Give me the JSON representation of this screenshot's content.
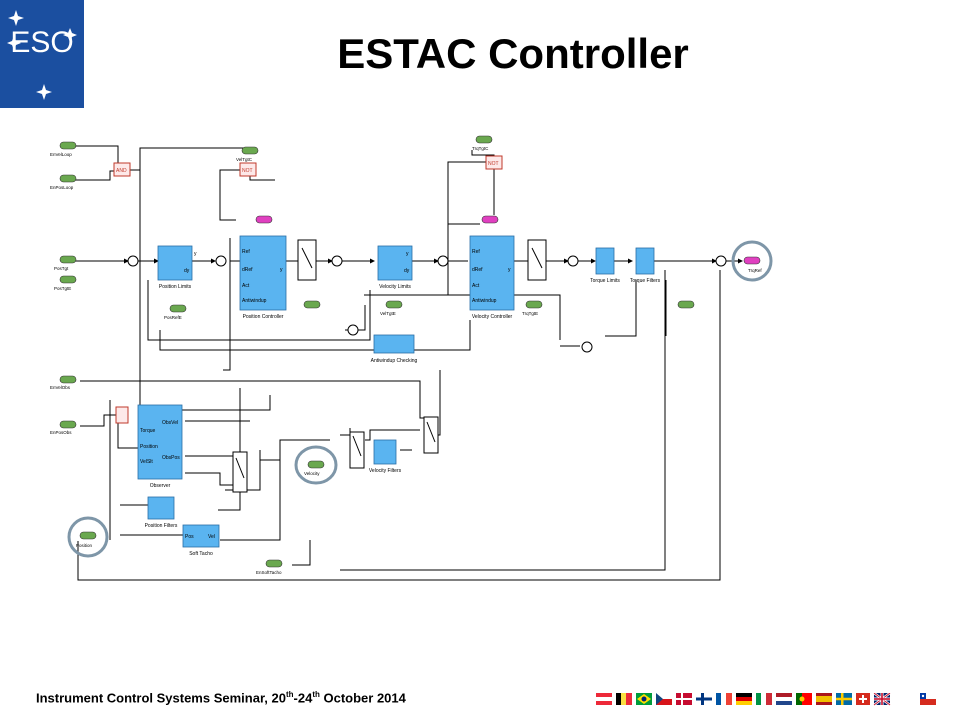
{
  "title": "ESTAC Controller",
  "footer": {
    "prefix": "Instrument Control  Systems Seminar, 20",
    "sup1": "th",
    "sep": "-24",
    "sup2": "th",
    "suffix": "  October  2014"
  },
  "logo": {
    "text": "ESO"
  },
  "diagram": {
    "inputs": [
      "EnVelLoop",
      "EnPosLoop",
      "VelTgtC",
      "PosTgt",
      "PosTgtE",
      "PosRefE",
      "EnVelObs",
      "EnPosObs",
      "Position",
      "EnSoftTacho",
      "VelTgtE",
      "TrqTgtC",
      "TrqTgtE",
      "Velocity"
    ],
    "blocks": [
      {
        "name": "Position Limits",
        "ports": [
          "y",
          "dy"
        ]
      },
      {
        "name": "Position Controller",
        "ports": [
          "Ref",
          "dRef",
          "Act",
          "Antiwindup",
          "y"
        ]
      },
      {
        "name": "Velocity Limits",
        "ports": [
          "y",
          "dy"
        ]
      },
      {
        "name": "Velocity Controller",
        "ports": [
          "Ref",
          "dRef",
          "Act",
          "Antiwindup",
          "y"
        ]
      },
      {
        "name": "Torque Limits"
      },
      {
        "name": "Torque Filters"
      },
      {
        "name": "Antiwindup Checking"
      },
      {
        "name": "Observer",
        "ports": [
          "Torque",
          "Position",
          "VelSlt",
          "ObsVel",
          "ObsPos"
        ]
      },
      {
        "name": "Velocity Filters"
      },
      {
        "name": "Position Filters"
      },
      {
        "name": "Soft Tacho",
        "ports": [
          "Pos",
          "Vel"
        ]
      }
    ],
    "logic": [
      "AND",
      "NOT",
      "NOT"
    ],
    "output": "TrqRef"
  },
  "colors": {
    "block": "#5ab4f0",
    "input": "#6aa84f",
    "magenta": "#e040c0",
    "logic": "#c0392b",
    "circle": "#7e96a8",
    "logo": "#1b4fa0"
  }
}
